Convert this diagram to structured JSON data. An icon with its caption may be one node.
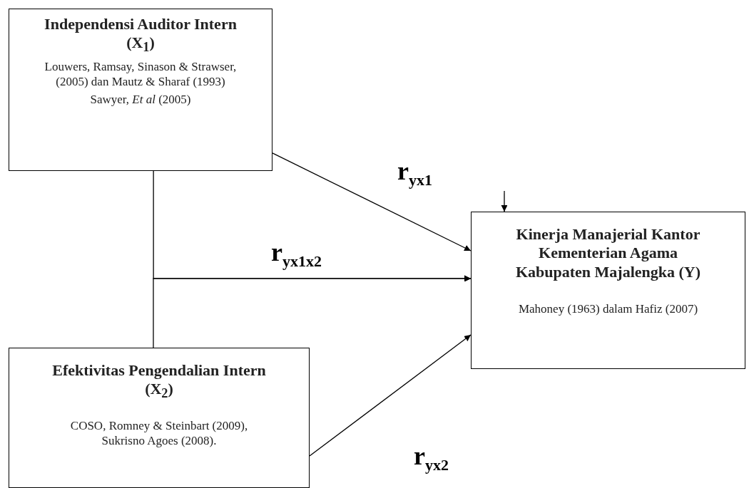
{
  "diagram": {
    "nodes": [
      {
        "text": [
          "Independensi Auditor Intern (X$_{1}$)",
          "Louwers, Ramsay, Sinason & Strawser, (2005) dan Mautz & Sharaf (1993)",
          "Sawyer, *Et al* (2005)"
        ]
      },
      {
        "text": [
          "Kinerja Manajerial Kantor Kementerian Agama Kabupaten Majalengka (Y)",
          "Mahoney (1963) dalam Hafiz (2007)"
        ]
      },
      {
        "text": [
          "Efektivitas Pengendalian Intern (X$_{2}$)",
          "COSO, Romney & Steinbart (2009), Sukrisno Agoes (2008)."
        ]
      }
    ],
    "edges": [
      {
        "from": 0,
        "to": 1,
        "arrow": "to",
        "label": "r$_{yx1}$"
      },
      {
        "from": 0,
        "to": 1,
        "arrow": "to",
        "label": "r$_{yx1x2}$"
      },
      {
        "from": 2,
        "to": 1,
        "arrow": "to"
      },
      {
        "from": 2,
        "to": 1,
        "arrow": "to",
        "label": "r$_{yx2}$"
      },
      {
        "from": null,
        "to": 1,
        "arrow": "to"
      }
    ]
  }
}
